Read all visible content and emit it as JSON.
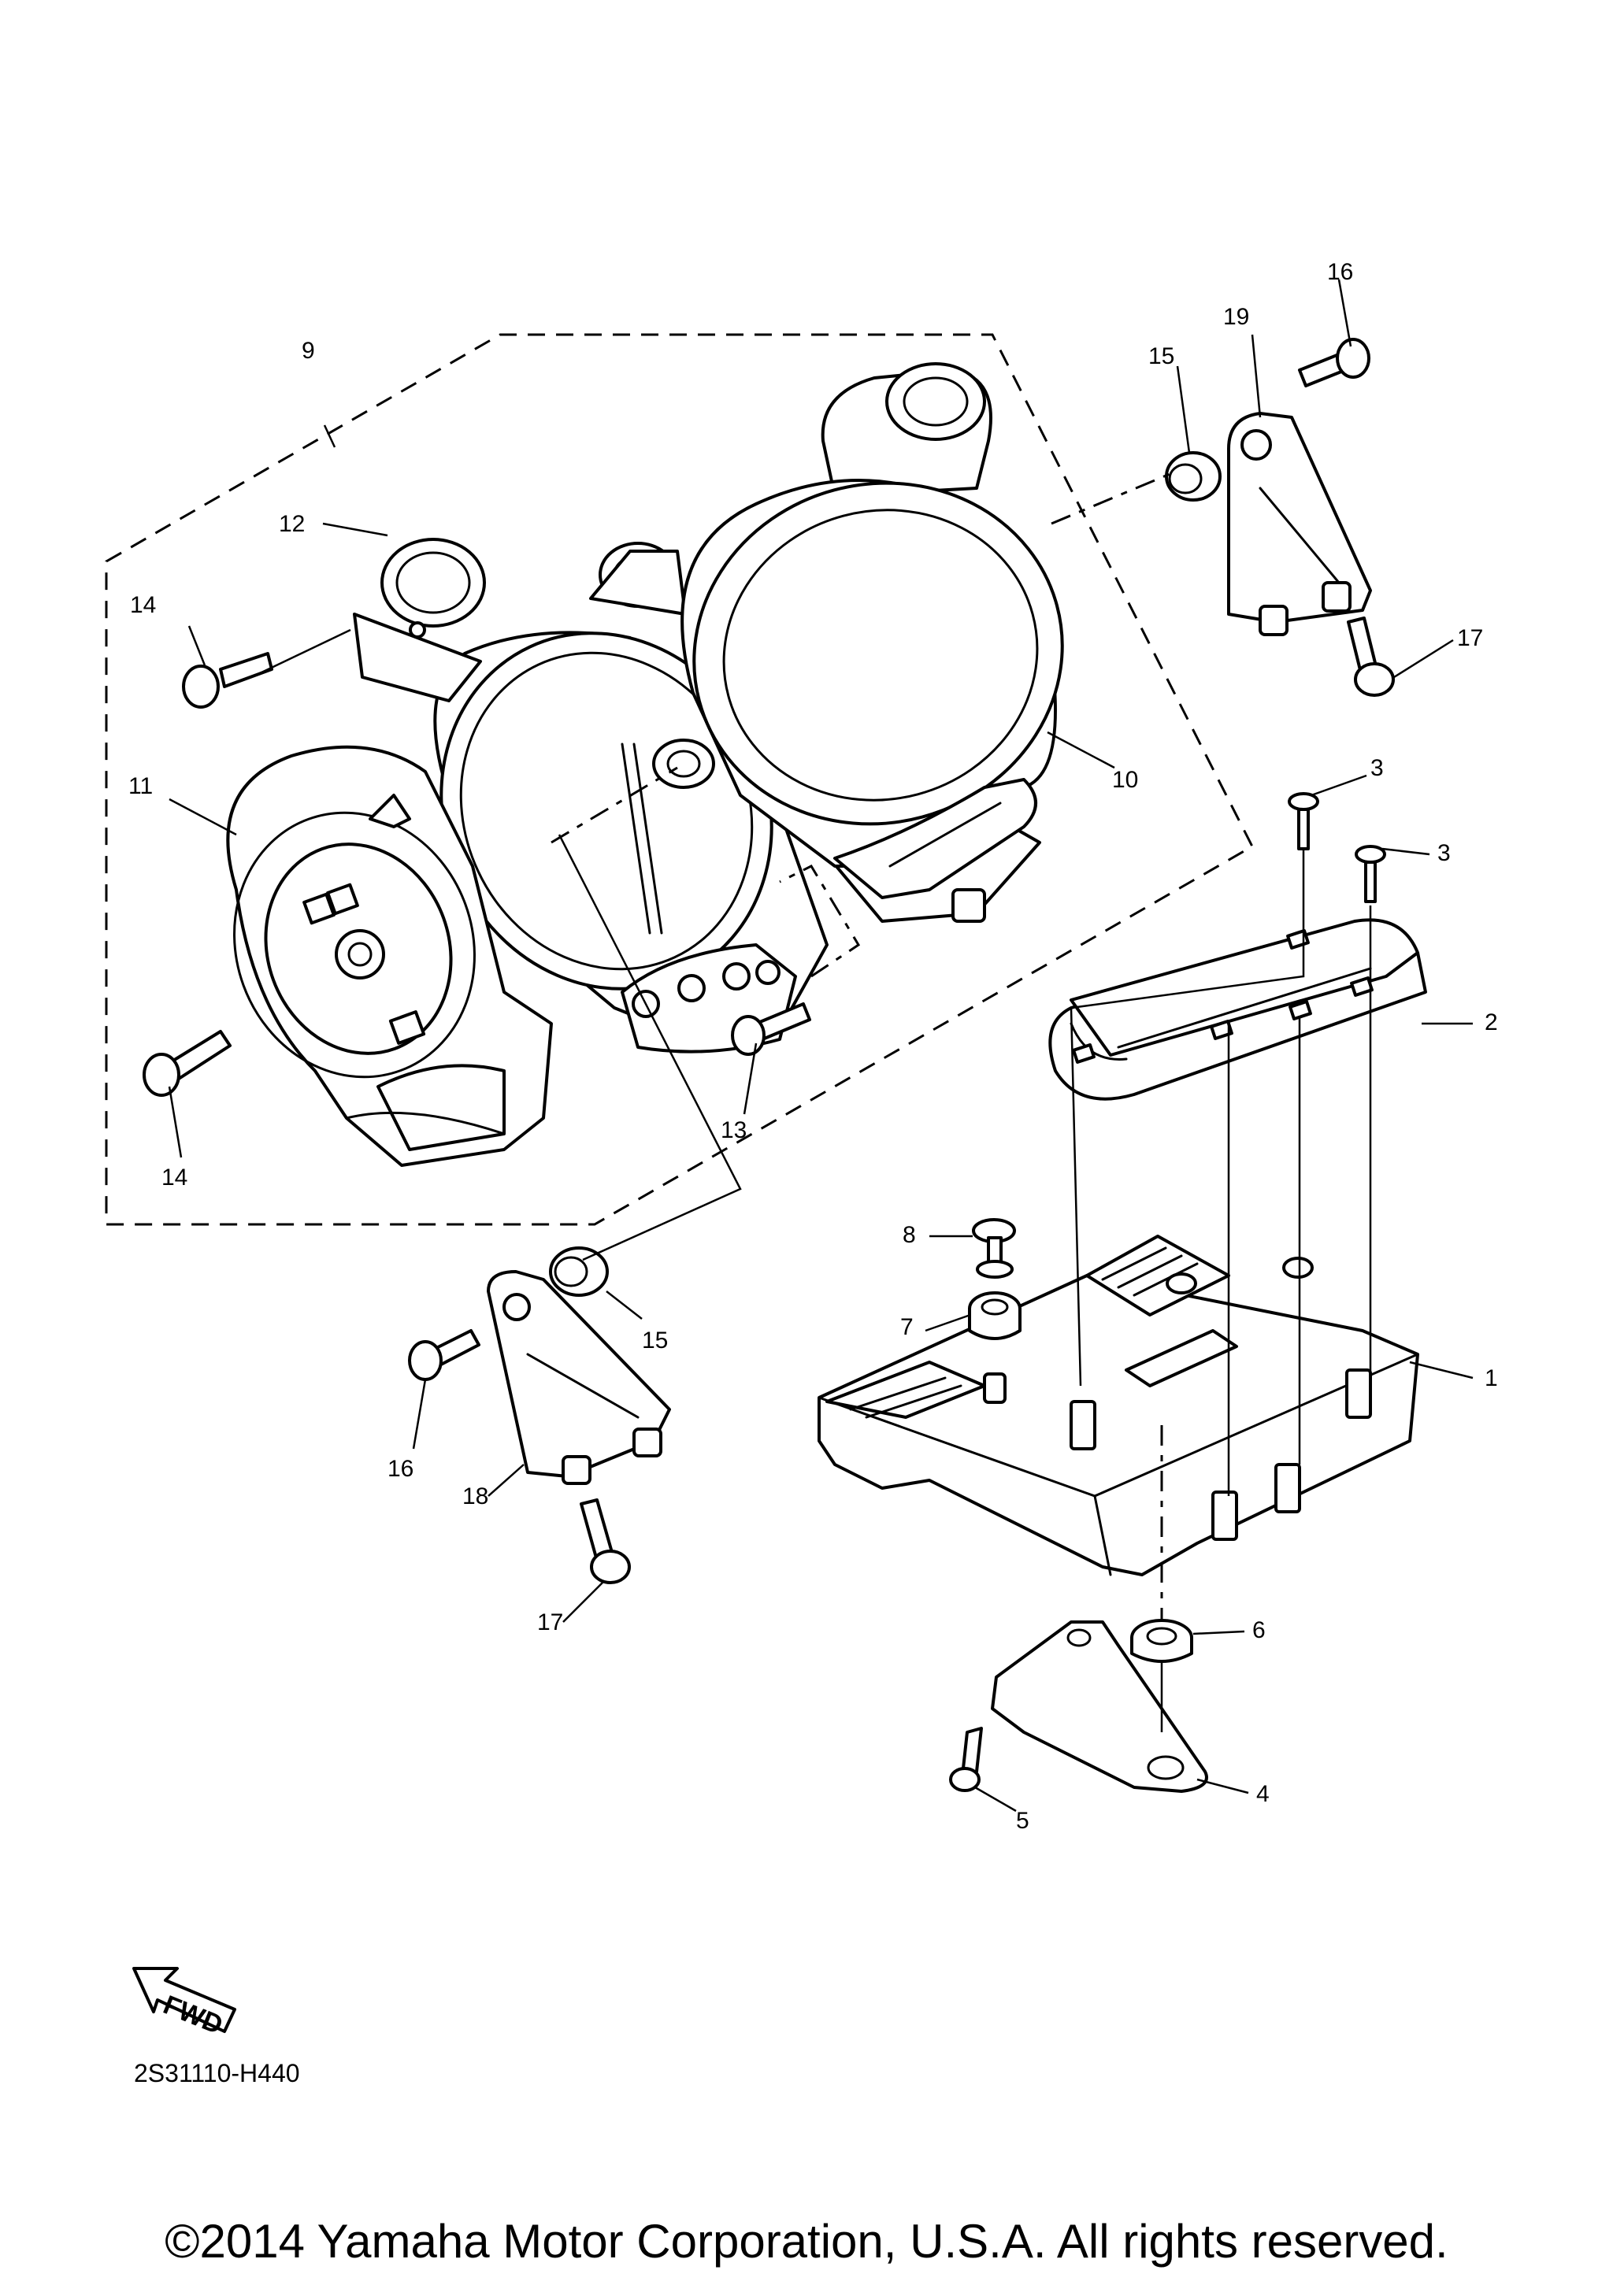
{
  "callouts": [
    {
      "id": "c1",
      "text": "1"
    },
    {
      "id": "c2",
      "text": "2"
    },
    {
      "id": "c3a",
      "text": "3"
    },
    {
      "id": "c3b",
      "text": "3"
    },
    {
      "id": "c4",
      "text": "4"
    },
    {
      "id": "c5",
      "text": "5"
    },
    {
      "id": "c6",
      "text": "6"
    },
    {
      "id": "c7",
      "text": "7"
    },
    {
      "id": "c8",
      "text": "8"
    },
    {
      "id": "c9",
      "text": "9"
    },
    {
      "id": "c10",
      "text": "10"
    },
    {
      "id": "c11",
      "text": "11"
    },
    {
      "id": "c12",
      "text": "12"
    },
    {
      "id": "c13",
      "text": "13"
    },
    {
      "id": "c14a",
      "text": "14"
    },
    {
      "id": "c14b",
      "text": "14"
    },
    {
      "id": "c15a",
      "text": "15"
    },
    {
      "id": "c15b",
      "text": "15"
    },
    {
      "id": "c16a",
      "text": "16"
    },
    {
      "id": "c16b",
      "text": "16"
    },
    {
      "id": "c17a",
      "text": "17"
    },
    {
      "id": "c17b",
      "text": "17"
    },
    {
      "id": "c18",
      "text": "18"
    },
    {
      "id": "c19",
      "text": "19"
    }
  ],
  "fwd_label": "FWD",
  "diagram_code": "2S31110-H440",
  "copyright": "©2014 Yamaha Motor Corporation, U.S.A. All rights reserved."
}
